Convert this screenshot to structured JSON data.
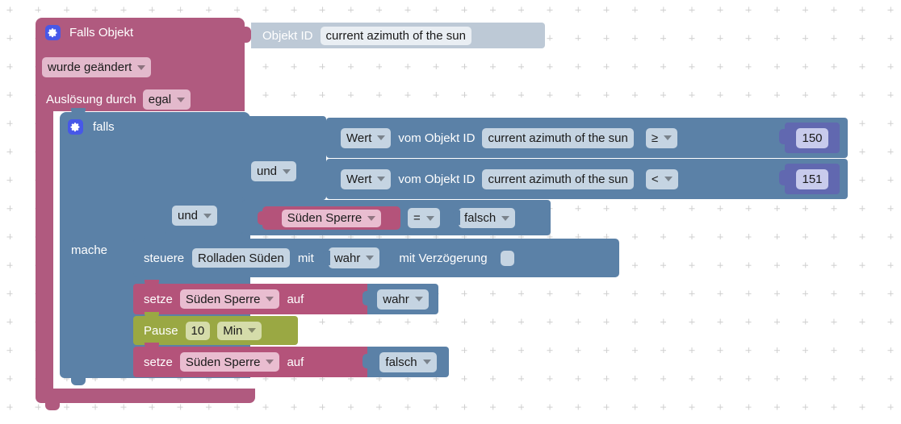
{
  "app": {
    "editor": "blockly-workspace",
    "grid": "dot-grid"
  },
  "colors": {
    "event_block": "#b05a7f",
    "logic_block": "#5b81a7",
    "object_id_block": "#bdc9d6",
    "number_block": "#6168b0",
    "pause_block": "#9aa843",
    "variable_block": "#b4537a",
    "mutator_icon": "#4758e8",
    "canvas": "#ffffff"
  },
  "trigger": {
    "icon": "gear-icon",
    "title": "Falls Objekt",
    "condition_dropdown": "wurde geändert",
    "source_label": "Auslösung durch",
    "source_dropdown": "egal",
    "object_id_block": {
      "label": "Objekt ID",
      "value": "current azimuth of the sun"
    }
  },
  "if_block": {
    "icon": "gear-icon",
    "label": "falls",
    "do_label": "mache",
    "operators": {
      "and_inner": "und",
      "and_outer": "und"
    },
    "conditions": [
      {
        "property_dropdown": "Wert",
        "middle_label": "vom Objekt ID",
        "object_id": "current azimuth of the sun",
        "comparator": "≥",
        "number": "150"
      },
      {
        "property_dropdown": "Wert",
        "middle_label": "vom Objekt ID",
        "object_id": "current azimuth of the sun",
        "comparator": "<",
        "number": "151"
      }
    ],
    "variable_condition": {
      "variable": "Süden Sperre",
      "comparator": "=",
      "value": "falsch"
    }
  },
  "statements": [
    {
      "type": "control",
      "verb": "steuere",
      "target": "Rolladen Süden",
      "with_label": "mit",
      "value": "wahr",
      "delay_label": "mit Verzögerung",
      "delay_checkbox": ""
    },
    {
      "type": "set-variable",
      "verb": "setze",
      "variable": "Süden Sperre",
      "to_label": "auf",
      "value": "wahr"
    },
    {
      "type": "pause",
      "verb": "Pause",
      "amount": "10",
      "unit": "Min"
    },
    {
      "type": "set-variable",
      "verb": "setze",
      "variable": "Süden Sperre",
      "to_label": "auf",
      "value": "falsch"
    }
  ]
}
